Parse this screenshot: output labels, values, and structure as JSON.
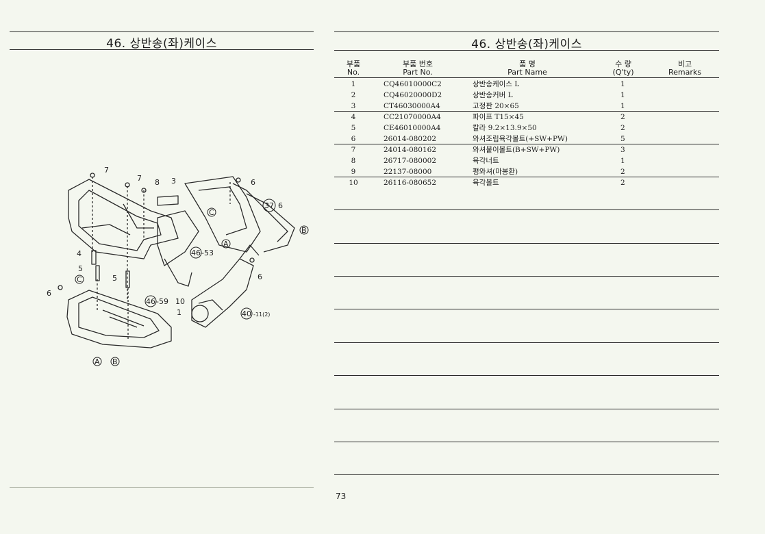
{
  "left_page": {
    "title": "46. 상반송(좌)케이스",
    "diagram": {
      "callouts": [
        "7",
        "7",
        "8",
        "3",
        "6",
        "37",
        "6",
        "C",
        "B",
        "A",
        "46",
        "-53",
        "4",
        "5",
        "C",
        "5",
        "6",
        "6",
        "46",
        "-59",
        "10",
        "1",
        "40",
        "-11(2)",
        "A",
        "B"
      ]
    }
  },
  "right_page": {
    "title": "46. 상반송(좌)케이스",
    "page_number": "73",
    "columns": {
      "no": [
        "부품",
        "No."
      ],
      "part_no": [
        "부품  번호",
        "Part  No."
      ],
      "name": [
        "품       명",
        "Part      Name"
      ],
      "qty": [
        "수  량",
        "(Q'ty)"
      ],
      "remarks": [
        "비고",
        "Remarks"
      ]
    },
    "rows": [
      {
        "no": "1",
        "part_no": "CQ46010000C2",
        "name": "상반송케이스 L",
        "qty": "1",
        "remarks": ""
      },
      {
        "no": "2",
        "part_no": "CQ46020000D2",
        "name": "상반송커버 L",
        "qty": "1",
        "remarks": ""
      },
      {
        "no": "3",
        "part_no": "CT46030000A4",
        "name": "고정판 20×65",
        "qty": "1",
        "remarks": ""
      },
      {
        "no": "4",
        "part_no": "CC21070000A4",
        "name": "파이프 T15×45",
        "qty": "2",
        "remarks": ""
      },
      {
        "no": "5",
        "part_no": "CE46010000A4",
        "name": "칼라 9.2×13.9×50",
        "qty": "2",
        "remarks": ""
      },
      {
        "no": "6",
        "part_no": "26014-080202",
        "name": "와셔조립육각볼트(+SW+PW)",
        "qty": "5",
        "remarks": ""
      },
      {
        "no": "7",
        "part_no": "24014-080162",
        "name": "와셔붙이볼트(B+SW+PW)",
        "qty": "3",
        "remarks": ""
      },
      {
        "no": "8",
        "part_no": "26717-080002",
        "name": "육각너트",
        "qty": "1",
        "remarks": ""
      },
      {
        "no": "9",
        "part_no": "22137-08000",
        "name": "평와셔(마봉환)",
        "qty": "2",
        "remarks": ""
      },
      {
        "no": "10",
        "part_no": "26116-080652",
        "name": "육각볼트",
        "qty": "2",
        "remarks": ""
      }
    ]
  }
}
